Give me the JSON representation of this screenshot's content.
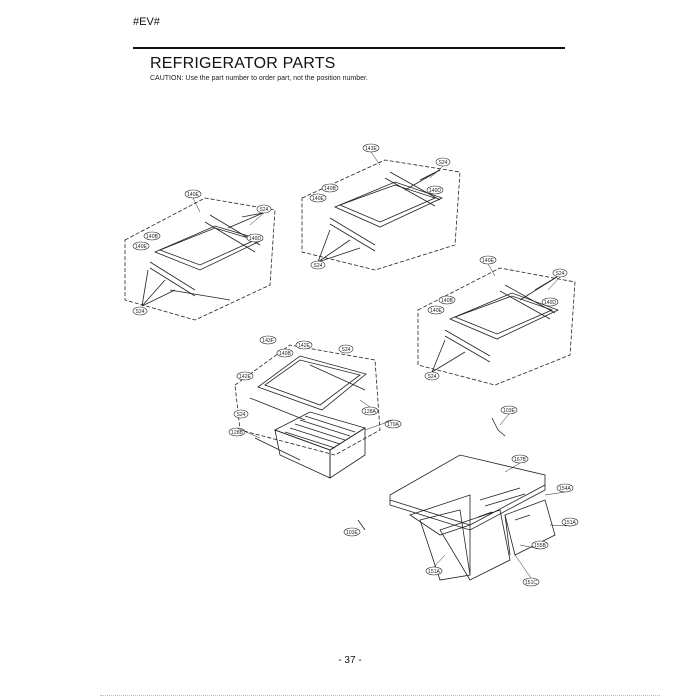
{
  "header": {
    "code": "#EV#"
  },
  "title": "REFRIGERATOR PARTS",
  "caution": "CAUTION: Use the part number to order part, not the position number.",
  "page_number": "- 37 -",
  "callouts": {
    "shelf_a": [
      "140E",
      "S24",
      "140B",
      "140E",
      "140D",
      "S24"
    ],
    "shelf_b": [
      "143E",
      "S24",
      "140B",
      "140E",
      "140D",
      "S24"
    ],
    "shelf_c": [
      "140E",
      "S24",
      "140B",
      "140E",
      "140D",
      "S24"
    ],
    "shelf_d": [
      "143F",
      "142E",
      "S24",
      "140B",
      "142E",
      "S24",
      "128A",
      "170A",
      "128B"
    ],
    "crisper": [
      "103E",
      "167B",
      "154A",
      "151A",
      "155B",
      "151C",
      "151A",
      "103E"
    ]
  }
}
